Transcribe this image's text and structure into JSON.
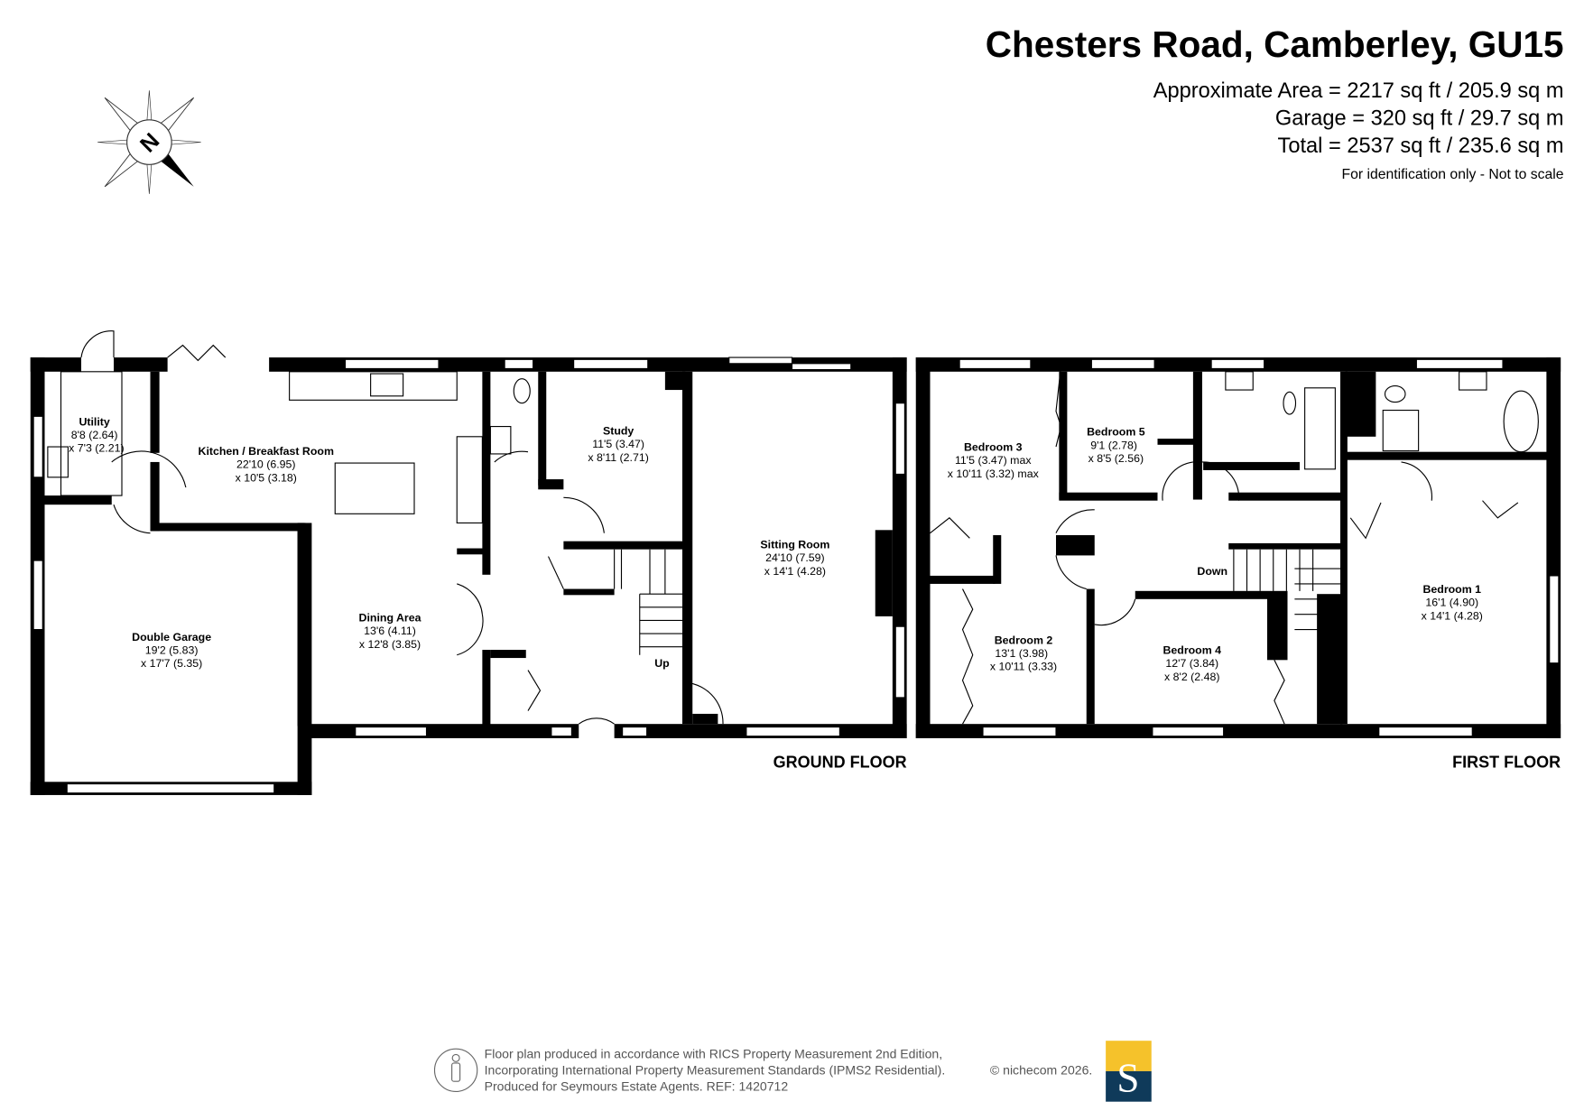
{
  "header": {
    "title": "Chesters Road, Camberley, GU15",
    "approx_area": "Approximate Area = 2217 sq ft / 205.9 sq m",
    "garage_area": "Garage = 320 sq ft / 29.7 sq m",
    "total_area": "Total = 2537 sq ft / 235.6 sq m",
    "disclaimer": "For identification only - Not to scale"
  },
  "compass": {
    "label": "N",
    "icon": "compass-north-icon"
  },
  "ground_floor": {
    "label": "GROUND FLOOR",
    "stairs_label": "Up",
    "rooms": [
      {
        "name": "Utility",
        "dim1": "8'8 (2.64)",
        "dim2": "x 7'3 (2.21)"
      },
      {
        "name": "Kitchen / Breakfast Room",
        "dim1": "22'10 (6.95)",
        "dim2": "x 10'5 (3.18)"
      },
      {
        "name": "Study",
        "dim1": "11'5 (3.47)",
        "dim2": "x 8'11 (2.71)"
      },
      {
        "name": "Sitting Room",
        "dim1": "24'10 (7.59)",
        "dim2": "x 14'1 (4.28)"
      },
      {
        "name": "Dining Area",
        "dim1": "13'6 (4.11)",
        "dim2": "x 12'8 (3.85)"
      },
      {
        "name": "Double Garage",
        "dim1": "19'2 (5.83)",
        "dim2": "x 17'7 (5.35)"
      }
    ]
  },
  "first_floor": {
    "label": "FIRST FLOOR",
    "stairs_label": "Down",
    "rooms": [
      {
        "name": "Bedroom 3",
        "dim1": "11'5 (3.47) max",
        "dim2": "x 10'11 (3.32) max"
      },
      {
        "name": "Bedroom 5",
        "dim1": "9'1 (2.78)",
        "dim2": "x 8'5 (2.56)"
      },
      {
        "name": "Bedroom 1",
        "dim1": "16'1 (4.90)",
        "dim2": "x 14'1 (4.28)"
      },
      {
        "name": "Bedroom 2",
        "dim1": "13'1 (3.98)",
        "dim2": "x 10'11 (3.33)"
      },
      {
        "name": "Bedroom 4",
        "dim1": "12'7 (3.84)",
        "dim2": "x 8'2 (2.48)"
      }
    ]
  },
  "footer": {
    "line1": "Floor plan produced in accordance with RICS Property Measurement 2nd Edition,",
    "line2": "Incorporating International Property Measurement Standards (IPMS2 Residential).",
    "copyright": "© nichecom 2026.",
    "line3": "Produced for Seymours Estate Agents.   REF: 1420712",
    "logo_letter": "S",
    "logo_colors": {
      "top": "#f5c22b",
      "bottom": "#0f3a5a"
    }
  }
}
